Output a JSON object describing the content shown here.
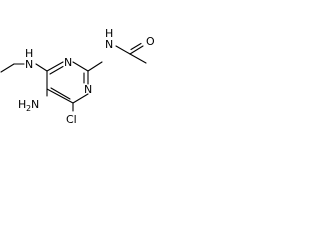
{
  "atoms": {
    "n_amide": {
      "text": "N",
      "sub": "",
      "suffix": "H"
    },
    "o": {
      "text": "O"
    },
    "n_ring_top": {
      "text": "N"
    },
    "n_ring_bottom": {
      "text": "N"
    },
    "n_methylamino": {
      "text": "N",
      "suffix": "H"
    },
    "nh2": {
      "text": "H",
      "sub": "2",
      "suffix": "N"
    },
    "cl": {
      "text": "Cl"
    }
  }
}
